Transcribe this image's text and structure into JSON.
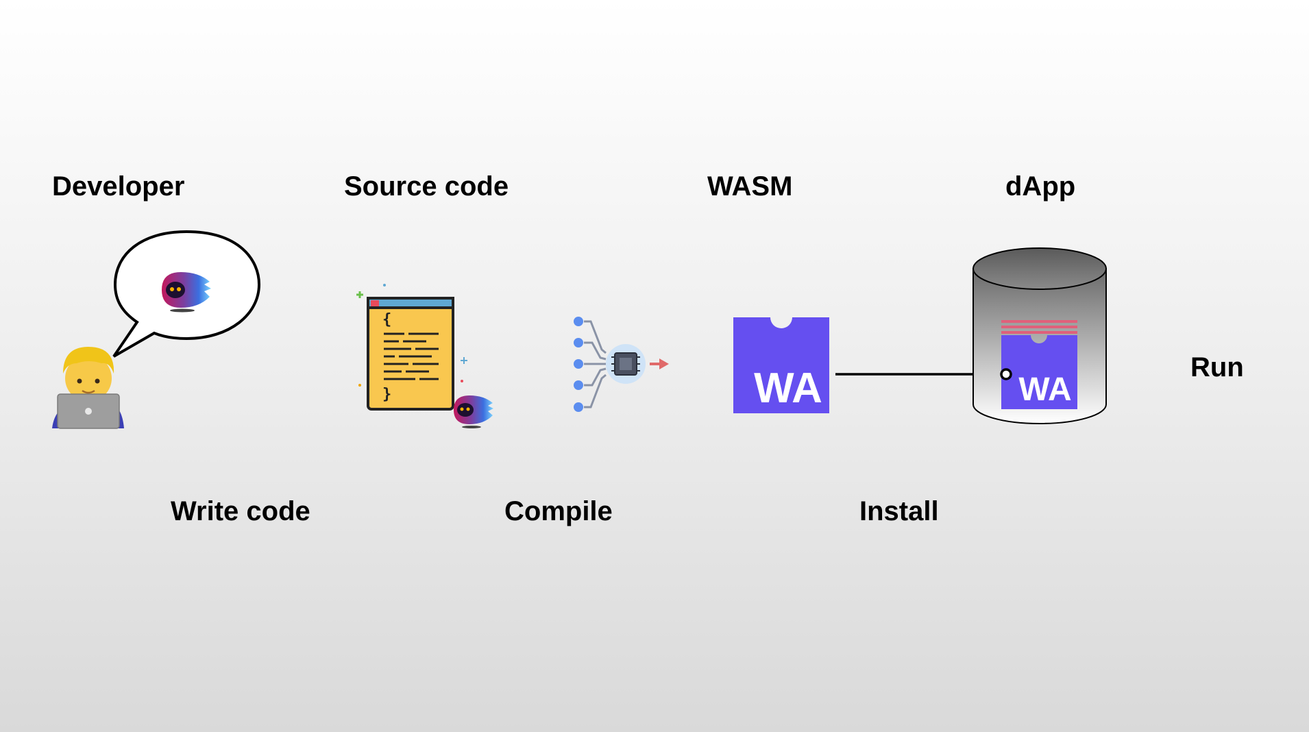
{
  "labels": {
    "developer": "Developer",
    "source_code": "Source code",
    "wasm": "WASM",
    "dapp": "dApp",
    "run": "Run",
    "write_code": "Write code",
    "compile": "Compile",
    "install": "Install"
  },
  "wasm_logo_text": "WA",
  "colors": {
    "wasm_purple": "#654FF0",
    "code_yellow": "#F9C74F",
    "compile_blue": "#5B8DEF",
    "compile_arrow": "#E06A6A",
    "cylinder_top": "#6f6f6f"
  },
  "icons": [
    "developer-emoji",
    "speech-bubble",
    "ghost-mascot",
    "code-file-icon",
    "compile-chip-icon",
    "wasm-logo",
    "database-cylinder"
  ]
}
